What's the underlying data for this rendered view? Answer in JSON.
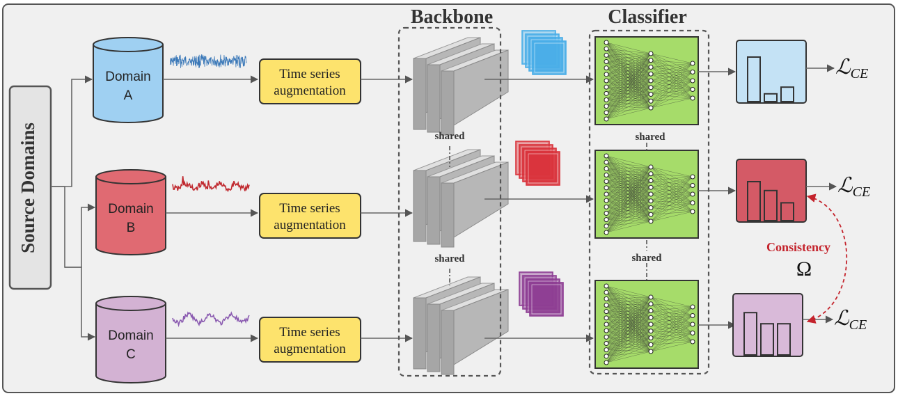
{
  "source_label": "Source Domains",
  "backbone_title": "Backbone",
  "classifier_title": "Classifier",
  "shared_label": "shared",
  "augmentation_line1": "Time series",
  "augmentation_line2": "augmentation",
  "consistency_label": "Consistency",
  "omega_symbol": "Ω",
  "loss_symbol": "ℒ",
  "loss_subscript": "CE",
  "domains": [
    {
      "word": "Domain",
      "letter": "A",
      "color": "#9fd0f2",
      "wave_color": "#3a78b8",
      "feature_color": "#4aaee8",
      "output_color": "#c4e2f5"
    },
    {
      "word": "Domain",
      "letter": "B",
      "color": "#e06a72",
      "wave_color": "#c0282e",
      "feature_color": "#d9343c",
      "output_color": "#d45a66"
    },
    {
      "word": "Domain",
      "letter": "C",
      "color": "#d3b2d3",
      "wave_color": "#8a5ab0",
      "feature_color": "#8e3e93",
      "output_color": "#d9bad9"
    }
  ],
  "output_bars": [
    {
      "heights": [
        0.8,
        0.14,
        0.26
      ]
    },
    {
      "heights": [
        0.7,
        0.54,
        0.32
      ]
    },
    {
      "heights": [
        0.76,
        0.56,
        0.56
      ]
    }
  ]
}
